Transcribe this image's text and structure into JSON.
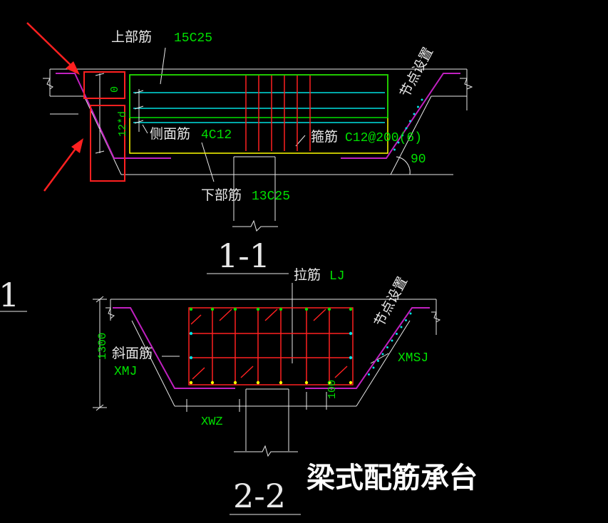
{
  "colors": {
    "background": "#000000",
    "white": "#e8e8e8",
    "green": "#00e000",
    "yellow": "#ffff00",
    "cyan": "#00e0e0",
    "red": "#ff2020",
    "magenta": "#c020c0",
    "highlight": "#ff2020"
  },
  "section_1_1": {
    "title": "1-1",
    "top_bar_label": "上部筋",
    "top_bar_value": "15C25",
    "side_bar_label": "侧面筋",
    "side_bar_value": "4C12",
    "stirrup_label": "箍筋",
    "stirrup_value": "C12@200(6)",
    "bottom_bar_label": "下部筋",
    "bottom_bar_value": "13C25",
    "dim_top": "0",
    "dim_side": "12*d",
    "angle": "90",
    "node_setting": "节点设置"
  },
  "section_2_2": {
    "title": "2-2",
    "tie_label": "拉筋",
    "tie_value": "LJ",
    "slope_label": "斜面筋",
    "slope_value": "XMJ",
    "slope_right_value": "XMSJ",
    "height_dim": "1300",
    "bottom_dim": "100",
    "width_dim": "XWZ",
    "node_setting": "节点设置"
  },
  "left_edge_label": "1",
  "main_title": "梁式配筋承台"
}
